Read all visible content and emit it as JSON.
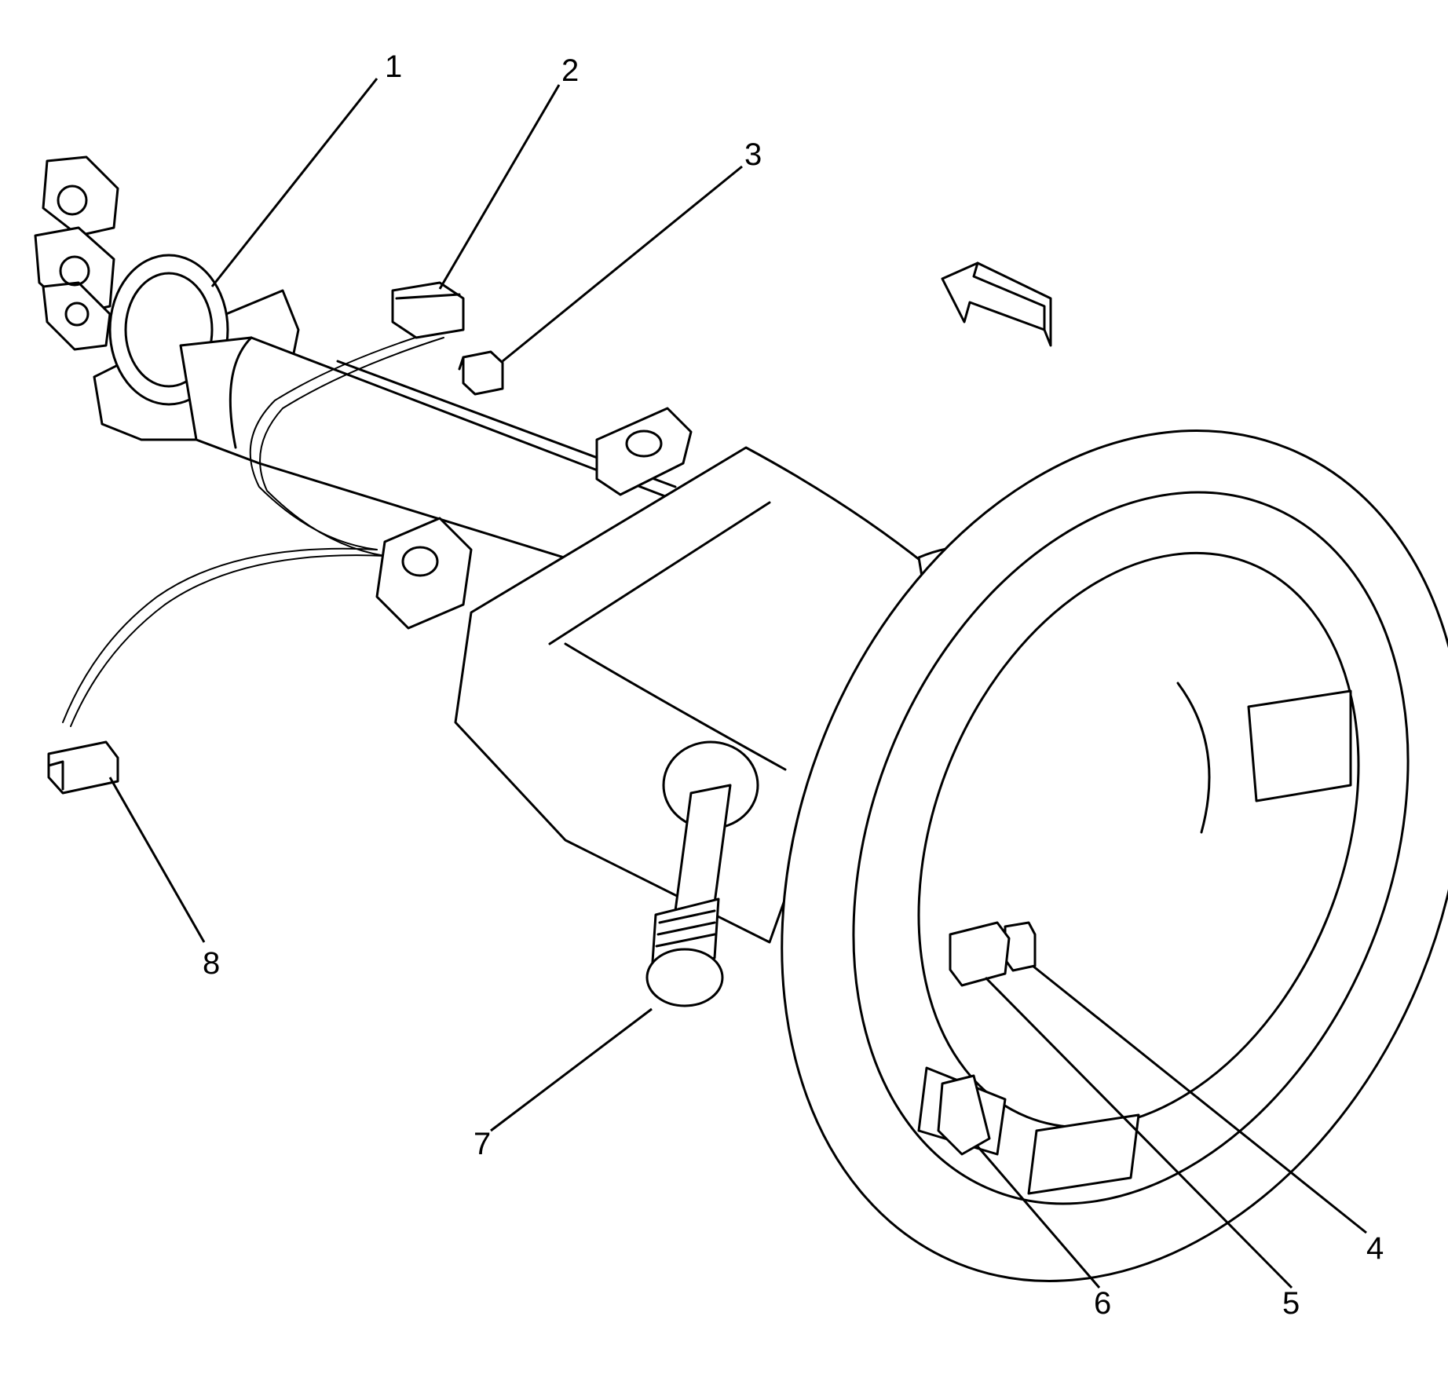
{
  "callouts": [
    "1",
    "2",
    "3",
    "4",
    "5",
    "6",
    "7",
    "8"
  ],
  "colors": {
    "line": "#000000",
    "background": "#ffffff"
  },
  "icons": [
    "direction-arrow-icon"
  ]
}
